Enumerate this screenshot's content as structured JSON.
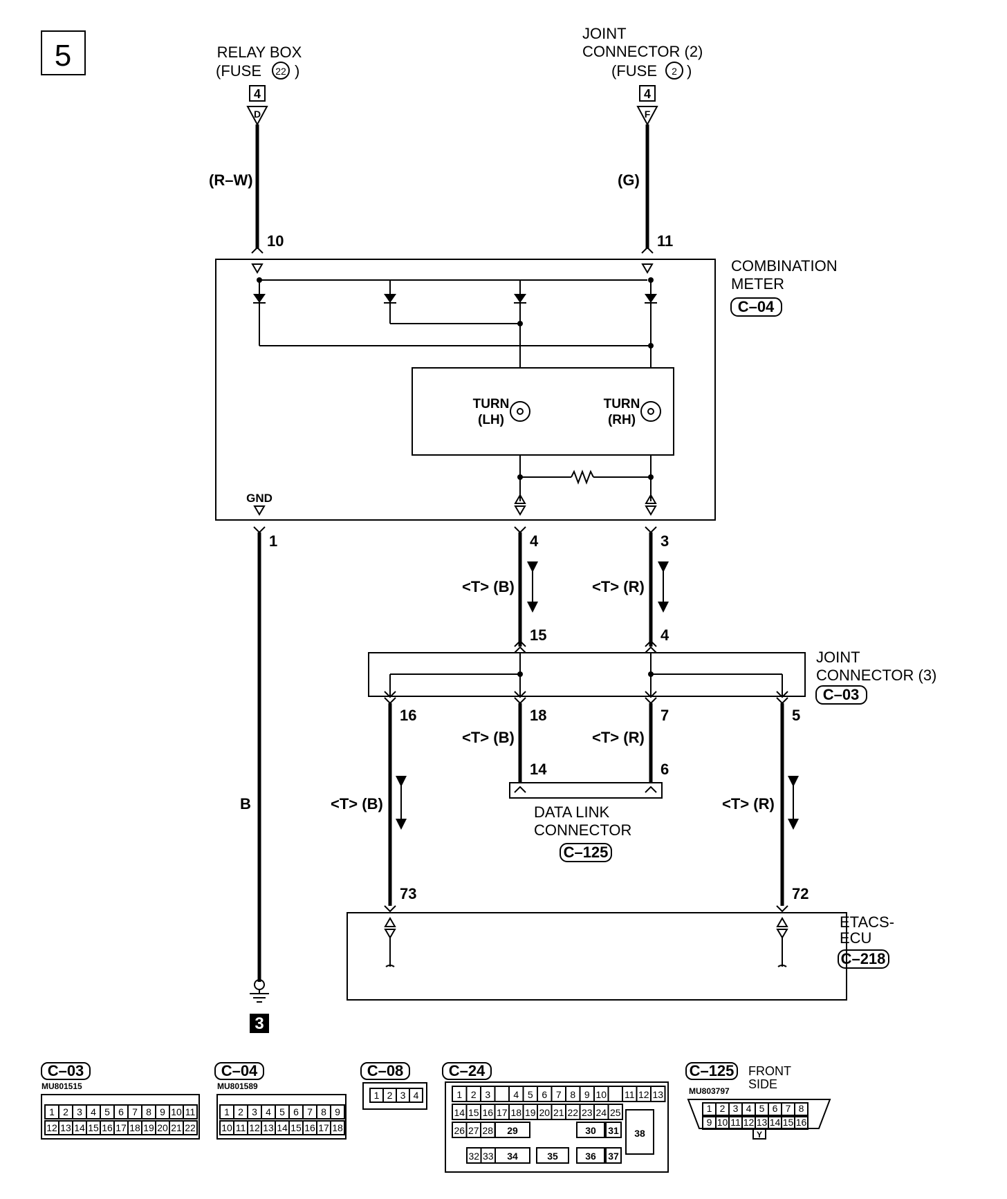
{
  "page_number": "5",
  "relay_box": {
    "line1": "RELAY BOX",
    "line2": "(FUSE",
    "fuse_no": "22",
    "close": ")",
    "page_ref": "4",
    "connector_letter": "D"
  },
  "joint_connector_2": {
    "line1": "JOINT",
    "line2": "CONNECTOR (2)",
    "line3": "(FUSE",
    "fuse_no": "2",
    "close": ")",
    "page_ref": "4",
    "connector_letter": "F"
  },
  "wires": {
    "rw": "(R–W)",
    "g": "(G)",
    "b_ground": "B",
    "tb": "<T> (B)",
    "tr": "<T> (R)"
  },
  "pins": {
    "p10": "10",
    "p11": "11",
    "p1": "1",
    "p4": "4",
    "p3": "3",
    "p15": "15",
    "p4b": "4",
    "p16": "16",
    "p18": "18",
    "p7": "7",
    "p5": "5",
    "p14": "14",
    "p6": "6",
    "p73": "73",
    "p72": "72"
  },
  "combination_meter": {
    "line1": "COMBINATION",
    "line2": "METER",
    "connector": "C–04",
    "gnd": "GND",
    "turn_lh1": "TURN",
    "turn_lh2": "(LH)",
    "turn_rh1": "TURN",
    "turn_rh2": "(RH)"
  },
  "joint_connector_3": {
    "line1": "JOINT",
    "line2": "CONNECTOR (3)",
    "connector": "C–03"
  },
  "data_link": {
    "line1": "DATA LINK",
    "line2": "CONNECTOR",
    "connector": "C–125"
  },
  "etacs": {
    "line1": "ETACS-",
    "line2": "ECU",
    "connector": "C–218"
  },
  "ground_ref": "3",
  "connector_views": {
    "c03": {
      "name": "C–03",
      "part": "MU801515",
      "row1": [
        "1",
        "2",
        "3",
        "4",
        "5",
        "6",
        "7",
        "8",
        "9",
        "10",
        "11"
      ],
      "row2": [
        "12",
        "13",
        "14",
        "15",
        "16",
        "17",
        "18",
        "19",
        "20",
        "21",
        "22"
      ]
    },
    "c04": {
      "name": "C–04",
      "part": "MU801589",
      "row1": [
        "1",
        "2",
        "3",
        "4",
        "5",
        "6",
        "7",
        "8",
        "9"
      ],
      "row2": [
        "10",
        "11",
        "12",
        "13",
        "14",
        "15",
        "16",
        "17",
        "18"
      ]
    },
    "c08": {
      "name": "C–08",
      "row1": [
        "1",
        "2",
        "3",
        "4"
      ]
    },
    "c24": {
      "name": "C–24",
      "row1": [
        "1",
        "2",
        "3",
        "",
        "4",
        "5",
        "6",
        "7",
        "8",
        "9",
        "10",
        "",
        "11",
        "12",
        "13"
      ],
      "row2": [
        "14",
        "15",
        "16",
        "17",
        "18",
        "19",
        "20",
        "21",
        "22",
        "23",
        "24",
        "25"
      ],
      "row3": [
        "26",
        "27",
        "28",
        "29",
        "30",
        "31",
        "38"
      ],
      "row4": [
        "32",
        "33",
        "34",
        "35",
        "36",
        "37"
      ]
    },
    "c125": {
      "name": "C–125",
      "part": "MU803797",
      "front1": "FRONT",
      "front2": "SIDE",
      "row1": [
        "1",
        "2",
        "3",
        "4",
        "5",
        "6",
        "7",
        "8"
      ],
      "row2": [
        "9",
        "10",
        "11",
        "12",
        "13",
        "14",
        "15",
        "16"
      ],
      "key": "Y"
    }
  }
}
